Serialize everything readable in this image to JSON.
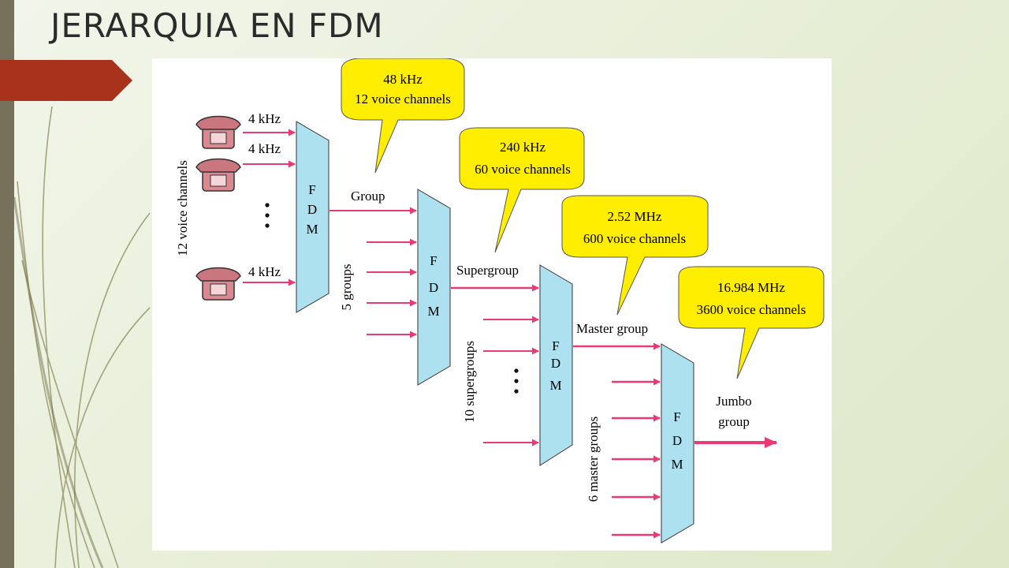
{
  "slide": {
    "title": "JERARQUIA EN FDM",
    "colors": {
      "left_bar": "#77705a",
      "accent_tab": "#a8321c",
      "mux": "#aee1f0",
      "callout": "#ffee00",
      "arrow": "#ea3a73"
    }
  },
  "diagram": {
    "mux_label": [
      "F",
      "D",
      "M"
    ],
    "inputs": {
      "side_label": "12 voice channels",
      "channel_labels": [
        "4 kHz",
        "4 kHz",
        "4 kHz"
      ],
      "phone_icon": "telephone-icon"
    },
    "callouts": [
      {
        "line1": "48 kHz",
        "line2": "12 voice channels"
      },
      {
        "line1": "240 kHz",
        "line2": "60 voice channels"
      },
      {
        "line1": "2.52 MHz",
        "line2": "600 voice channels"
      },
      {
        "line1": "16.984 MHz",
        "line2": "3600 voice channels"
      }
    ],
    "outputs": {
      "group": "Group",
      "supergroup": "Supergroup",
      "master_group": "Master group",
      "jumbo_line1": "Jumbo",
      "jumbo_line2": "group"
    },
    "stage_inputs": {
      "groups": "5 groups",
      "supergroups": "10 supergroups",
      "master_groups": "6 master groups"
    }
  }
}
